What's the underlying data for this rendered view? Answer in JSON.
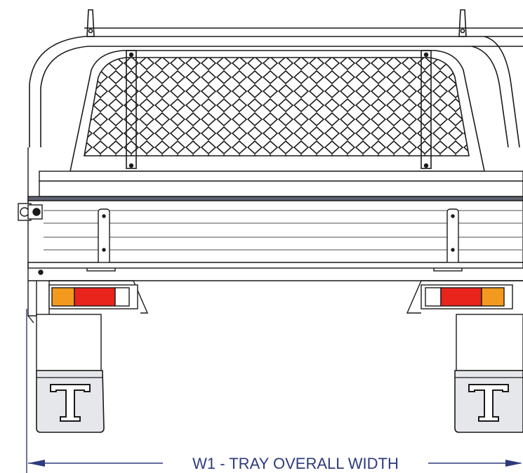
{
  "dimension": {
    "label": "W1 - TRAY OVERALL WIDTH",
    "line_color": "#2e3a7c",
    "text_color": "#2e3a7c"
  },
  "mudflaps": {
    "left_logo": "T",
    "right_logo": "T"
  },
  "colors": {
    "outline": "#1a1a1a",
    "mesh": "#1a1a1a",
    "lamp_amber": "#f39a1e",
    "lamp_red": "#e8241c",
    "tray_band": "#5d6270",
    "panel_gray": "#e6e7ea"
  },
  "icons": {
    "mudflap_logo": "t-logo-icon",
    "dimension_arrows": "arrow-icon"
  }
}
